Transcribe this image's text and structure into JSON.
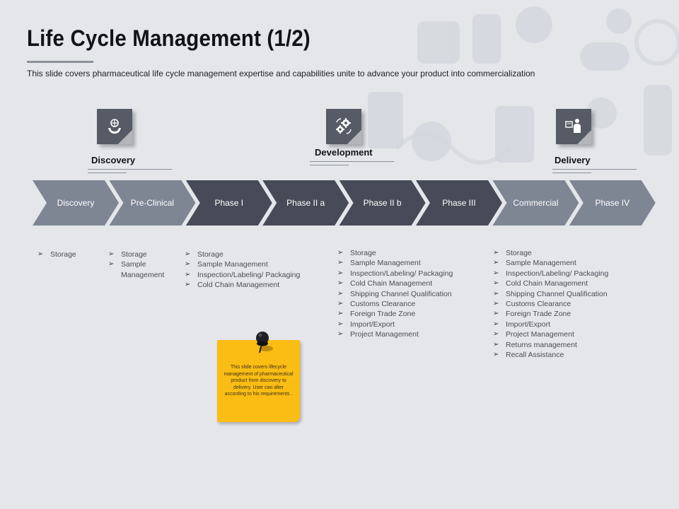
{
  "title": "Life Cycle Management (1/2)",
  "subtitle": "This slide covers pharmaceutical life cycle management expertise  and capabilities unite to advance your product into commercialization",
  "stages": [
    {
      "label": "Discovery",
      "icon": "plant-in-hand-icon"
    },
    {
      "label": "Development",
      "icon": "gears-icon"
    },
    {
      "label": "Delivery",
      "icon": "delivery-person-icon"
    }
  ],
  "phases": [
    {
      "label": "Discovery",
      "color": "#7e8593"
    },
    {
      "label": "Pre-Clinical",
      "color": "#7e8593"
    },
    {
      "label": "Phase I",
      "color": "#464b57"
    },
    {
      "label": "Phase II a",
      "color": "#464b57"
    },
    {
      "label": "Phase II b",
      "color": "#464b57"
    },
    {
      "label": "Phase III",
      "color": "#464b57"
    },
    {
      "label": "Commercial",
      "color": "#7e8593"
    },
    {
      "label": "Phase IV",
      "color": "#7e8593"
    }
  ],
  "lists": {
    "discovery": [
      "Storage"
    ],
    "preclinical": [
      "Storage",
      "Sample",
      "Management"
    ],
    "phase1": [
      "Storage",
      "Sample Management",
      "Inspection/Labeling/ Packaging",
      "Cold Chain Management"
    ],
    "phase2": [
      "Storage",
      "Sample Management",
      "Inspection/Labeling/ Packaging",
      "Cold Chain Management",
      "Shipping Channel Qualification",
      "Customs Clearance",
      "Foreign Trade Zone",
      "Import/Export",
      "Project Management"
    ],
    "commercial": [
      "Storage",
      "Sample Management",
      "Inspection/Labeling/ Packaging",
      "Cold Chain Management",
      "Shipping Channel Qualification",
      "Customs Clearance",
      "Foreign Trade Zone",
      "Import/Export",
      "Project Management",
      "Returns management",
      "Recall Assistance"
    ]
  },
  "note": "This slide covers lifecycle management of pharmaceutical product from discovery to delivery. User can alter according to his requirements .",
  "colors": {
    "background": "#e4e6ea",
    "dark": "#464b57",
    "light": "#7e8593",
    "note": "#fbbd14"
  }
}
